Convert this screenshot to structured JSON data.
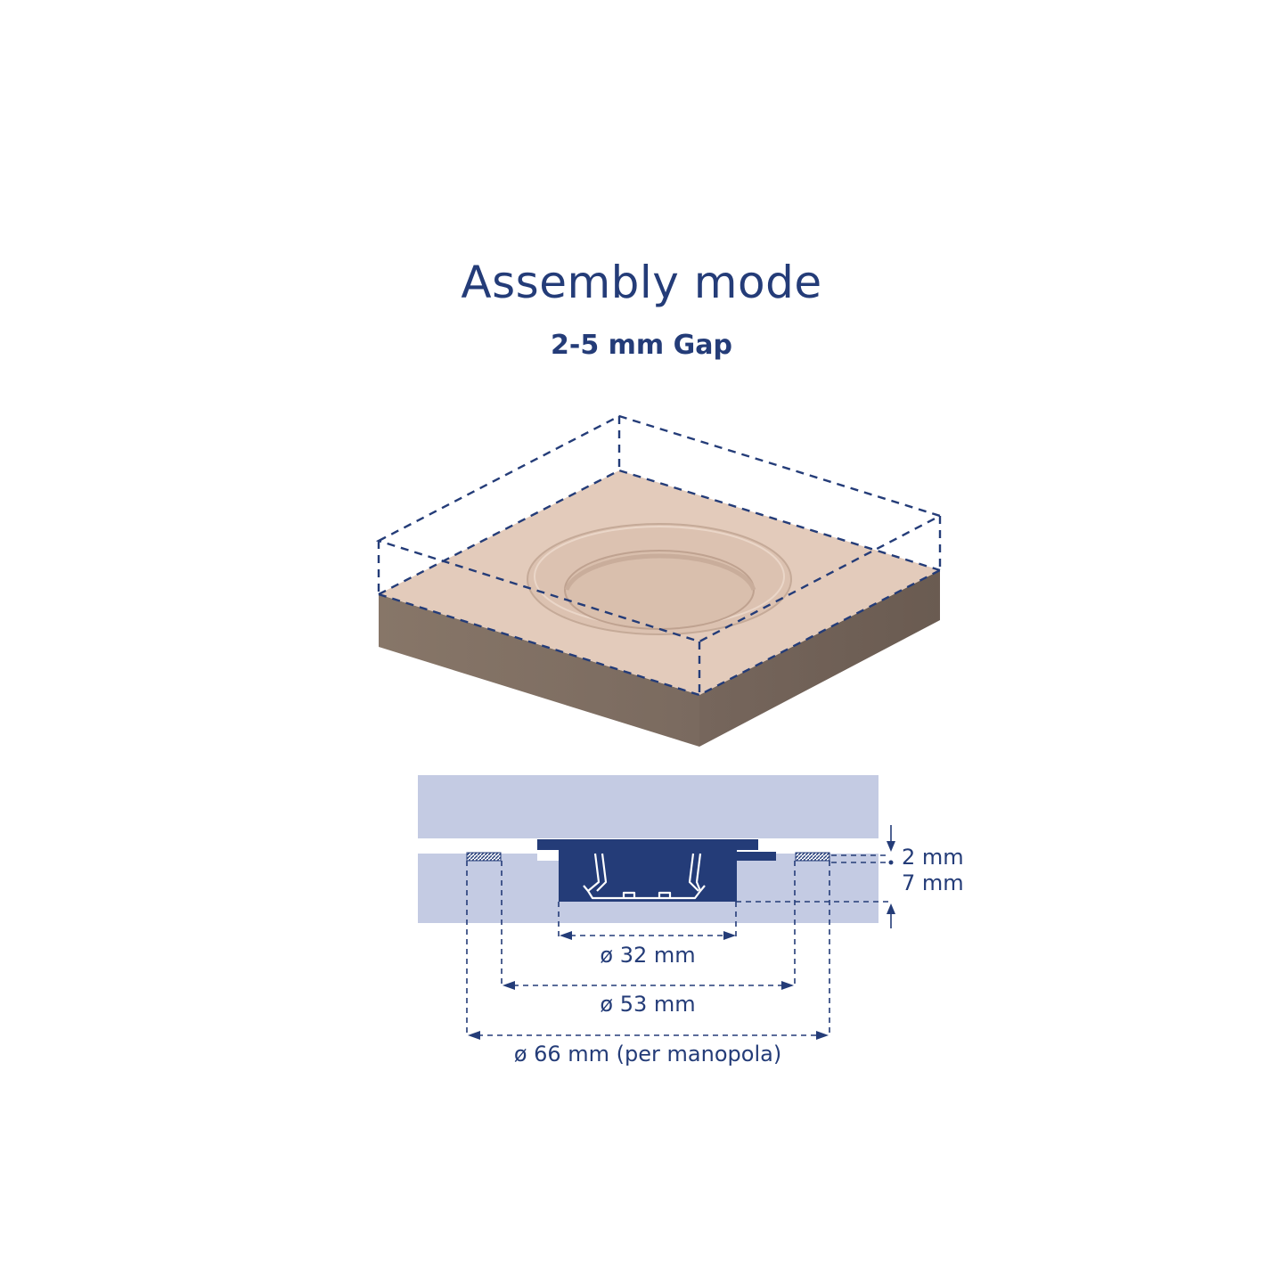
{
  "heading": {
    "title": "Assembly mode",
    "subtitle": "2-5 mm Gap"
  },
  "colors": {
    "navy": "#243c78",
    "light_panel": "#c4cbe3",
    "wood_top": "#e2c9b8",
    "wood_recess": "#d8bcaa",
    "wood_side": "#7e6e63"
  },
  "dimensions": {
    "gap_top": "2 mm",
    "depth": "7 mm",
    "inner_diameter": "ø 32 mm",
    "mid_diameter": "ø 53 mm",
    "outer_diameter": "ø 66 mm (per manopola)"
  }
}
